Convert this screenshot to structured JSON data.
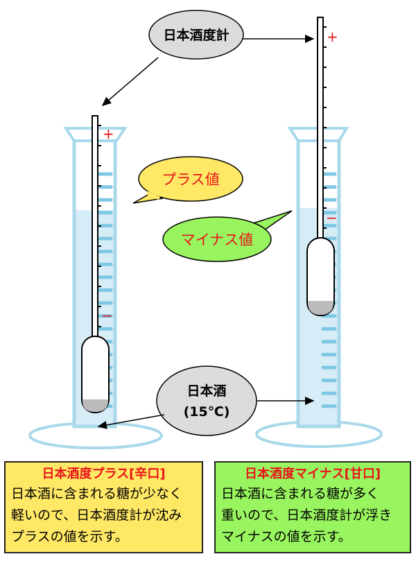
{
  "labels": {
    "hydrometer": "日本酒度計",
    "plus_value": "プラス値",
    "minus_value": "マイナス値",
    "sake_line1": "日本酒",
    "sake_line2": "(15℃)",
    "plus_sign": "+",
    "minus_sign": "−"
  },
  "boxes": {
    "dry": {
      "title": "日本酒度プラス[辛口]",
      "lines": [
        "日本酒に含まれる糖が少なく",
        "軽いので、日本酒度計が沈み",
        "プラスの値を示す。"
      ]
    },
    "sweet": {
      "title": "日本酒度マイナス[甘口]",
      "lines": [
        "日本酒に含まれる糖が多く",
        "重いので、日本酒度計が浮き",
        "マイナスの値を示す。"
      ]
    }
  },
  "colors": {
    "dry": "#ffe866",
    "sweet": "#99f55f",
    "title_red": "#e8141a",
    "liquid": "#d6ecf6",
    "glass": "#a8d8ea"
  }
}
